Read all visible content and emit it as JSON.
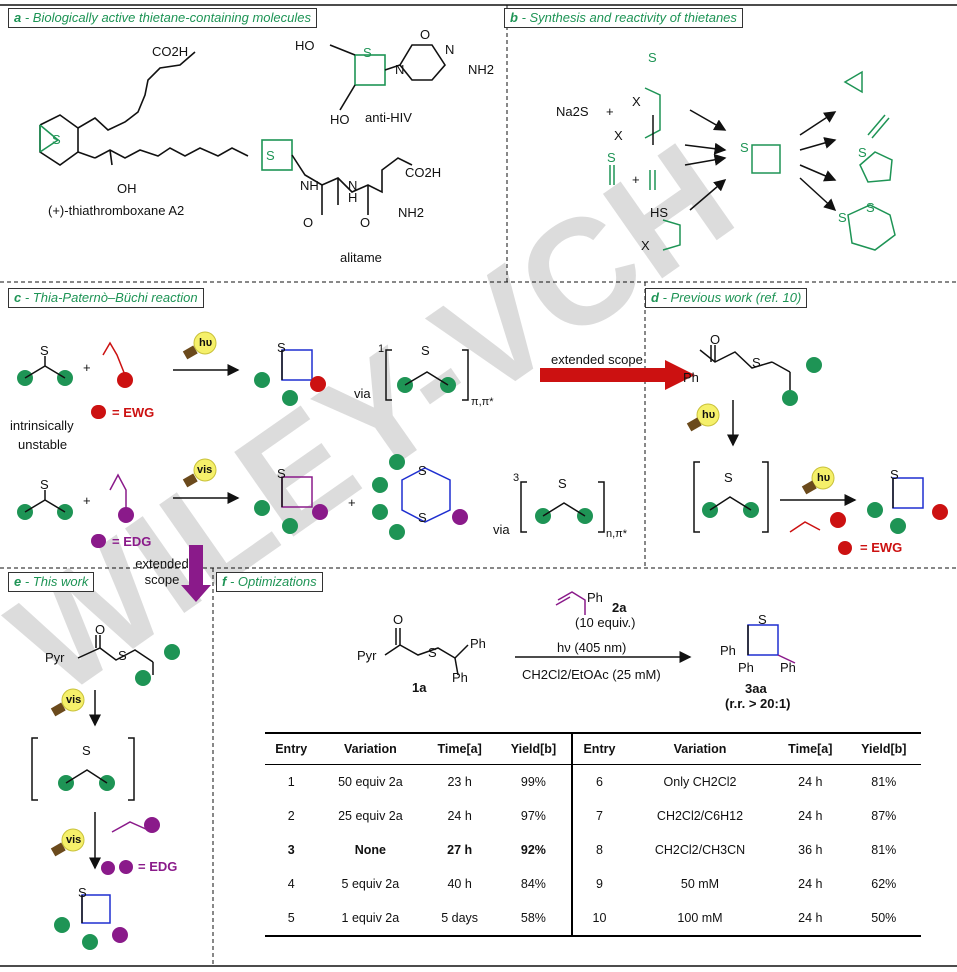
{
  "colors": {
    "green": "#1e9455",
    "red": "#cc1111",
    "purple": "#8a1a8a",
    "blue": "#1f2fd0",
    "bulb": "#f5f06a",
    "watermark": "#bbbbbb"
  },
  "panels": {
    "a": {
      "letter": "a",
      "title": "Biologically active thietane-containing molecules"
    },
    "b": {
      "letter": "b",
      "title": "Synthesis and reactivity of thietanes"
    },
    "c": {
      "letter": "c",
      "title": "Thia-Paternò–Büchi reaction"
    },
    "d": {
      "letter": "d",
      "title": "Previous work (ref. 10)"
    },
    "e": {
      "letter": "e",
      "title": "This work"
    },
    "f": {
      "letter": "f",
      "title": "Optimizations"
    }
  },
  "panel_a": {
    "co2h_1": "CO2H",
    "s": "S",
    "oh": "OH",
    "name1": "(+)-thiathromboxane A2",
    "ho1": "HO",
    "ho2": "HO",
    "s2": "S",
    "o": "O",
    "n1": "N",
    "n2": "N",
    "nh2": "NH2",
    "name2": "anti-HIV",
    "s3": "S",
    "nh": "NH",
    "hn": "N",
    "h": "H",
    "co2h_2": "CO2H",
    "o2": "O",
    "o3": "O",
    "nh2_2": "NH2",
    "name3": "alitame"
  },
  "panel_b": {
    "na2s": "Na2S",
    "plus1": "+",
    "x1": "X",
    "x2": "X",
    "s_thiirane": "S",
    "s_thioform": "S",
    "plus2": "+",
    "hs": "HS",
    "x3": "X",
    "s_center": "S",
    "s_thf": "S",
    "s_dithiane1": "S",
    "s_dithiane2": "S"
  },
  "panel_c": {
    "s1": "S",
    "plus1": "+",
    "ewg_label": "= EWG",
    "intr1": "intrinsically",
    "intr2": "unstable",
    "hv": "hυ",
    "s_prod1": "S",
    "via1": "via",
    "mult1": "1",
    "s_int1": "S",
    "sub1": "π,π*",
    "s2": "S",
    "plus2": "+",
    "vis": "vis",
    "s_prod2": "S",
    "plus3": "+",
    "s_dt1": "S",
    "s_dt2": "S",
    "via2": "via",
    "mult2": "3",
    "s_int2": "S",
    "sub2": "n,π*",
    "edg_label": "= EDG",
    "extended_scope": "extended scope"
  },
  "panel_d": {
    "o": "O",
    "ph": "Ph",
    "s": "S",
    "hv1": "hυ",
    "s_int": "S",
    "hv2": "hυ",
    "s_prod": "S",
    "ewg_label": "= EWG"
  },
  "panel_e": {
    "extended_scope1": "extended",
    "extended_scope2": "scope",
    "o": "O",
    "pyr": "Pyr",
    "s": "S",
    "vis1": "vis",
    "s_int": "S",
    "vis2": "vis",
    "edg_label": "= EDG",
    "s_prod": "S"
  },
  "panel_f": {
    "o": "O",
    "pyr": "Pyr",
    "s": "S",
    "ph1": "Ph",
    "ph2": "Ph",
    "label_1a": "1a",
    "reagent_ph": "Ph",
    "reagent_label": "2a",
    "equiv": "(10 equiv.)",
    "light": "hν (405 nm)",
    "solvent": "CH2Cl2/EtOAc (25 mM)",
    "s_prod": "S",
    "ph_a": "Ph",
    "ph_b": "Ph",
    "ph_c": "Ph",
    "label_3aa": "3aa",
    "rr": "(r.r. > 20:1)"
  },
  "table": {
    "headers": [
      "Entry",
      "Variation",
      "Time[a]",
      "Yield[b]",
      "Entry",
      "Variation",
      "Time[a]",
      "Yield[b]"
    ],
    "rows": [
      [
        "1",
        "50 equiv 2a",
        "23 h",
        "99%",
        "6",
        "Only CH2Cl2",
        "24 h",
        "81%"
      ],
      [
        "2",
        "25 equiv 2a",
        "24 h",
        "97%",
        "7",
        "CH2Cl2/C6H12",
        "24 h",
        "87%"
      ],
      [
        "3",
        "None",
        "27 h",
        "92%",
        "8",
        "CH2Cl2/CH3CN",
        "36 h",
        "81%"
      ],
      [
        "4",
        "5 equiv 2a",
        "40 h",
        "84%",
        "9",
        "50 mM",
        "24 h",
        "62%"
      ],
      [
        "5",
        "1 equiv 2a",
        "5 days",
        "58%",
        "10",
        "100 mM",
        "24 h",
        "50%"
      ]
    ]
  },
  "watermark": "WILEY-VCH"
}
